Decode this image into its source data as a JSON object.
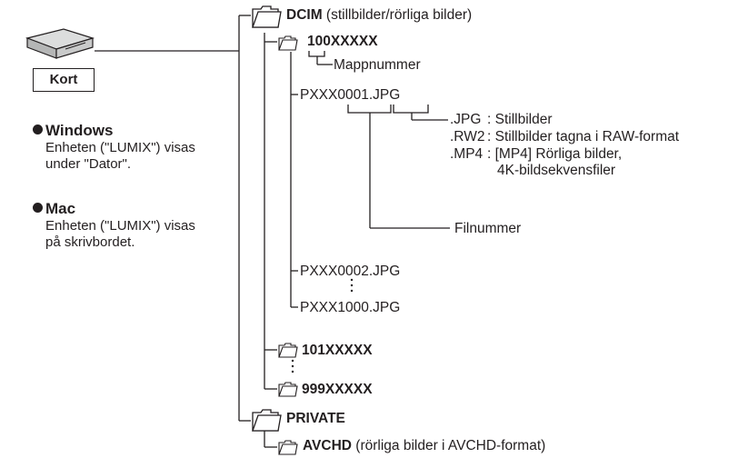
{
  "card": {
    "label": "Kort"
  },
  "os_notes": [
    {
      "title": "Windows",
      "lines": [
        "Enheten (\"LUMIX\") visas",
        "under \"Dator\"."
      ]
    },
    {
      "title": "Mac",
      "lines": [
        "Enheten (\"LUMIX\") visas",
        "på skrivbordet."
      ]
    }
  ],
  "tree": {
    "dcim": {
      "name": "DCIM",
      "desc": "(stillbilder/rörliga bilder)"
    },
    "folder_first": "100XXXXX",
    "folder_number_label": "Mappnummer",
    "files": [
      "PXXX0001.JPG",
      "PXXX0002.JPG",
      "PXXX1000.JPG"
    ],
    "extensions": [
      {
        "ext": ".JPG",
        "desc": ": Stillbilder"
      },
      {
        "ext": ".RW2",
        "desc": ": Stillbilder tagna i RAW-format"
      },
      {
        "ext": ".MP4",
        "desc": ": [MP4] Rörliga bilder,"
      },
      {
        "ext": "",
        "desc": "4K-bildsekvensfiler"
      }
    ],
    "file_number_label": "Filnummer",
    "folder_second": "101XXXXX",
    "folder_last": "999XXXXX",
    "private": {
      "name": "PRIVATE"
    },
    "avchd": {
      "name": "AVCHD",
      "desc": "(rörliga bilder i AVCHD-format)"
    }
  }
}
